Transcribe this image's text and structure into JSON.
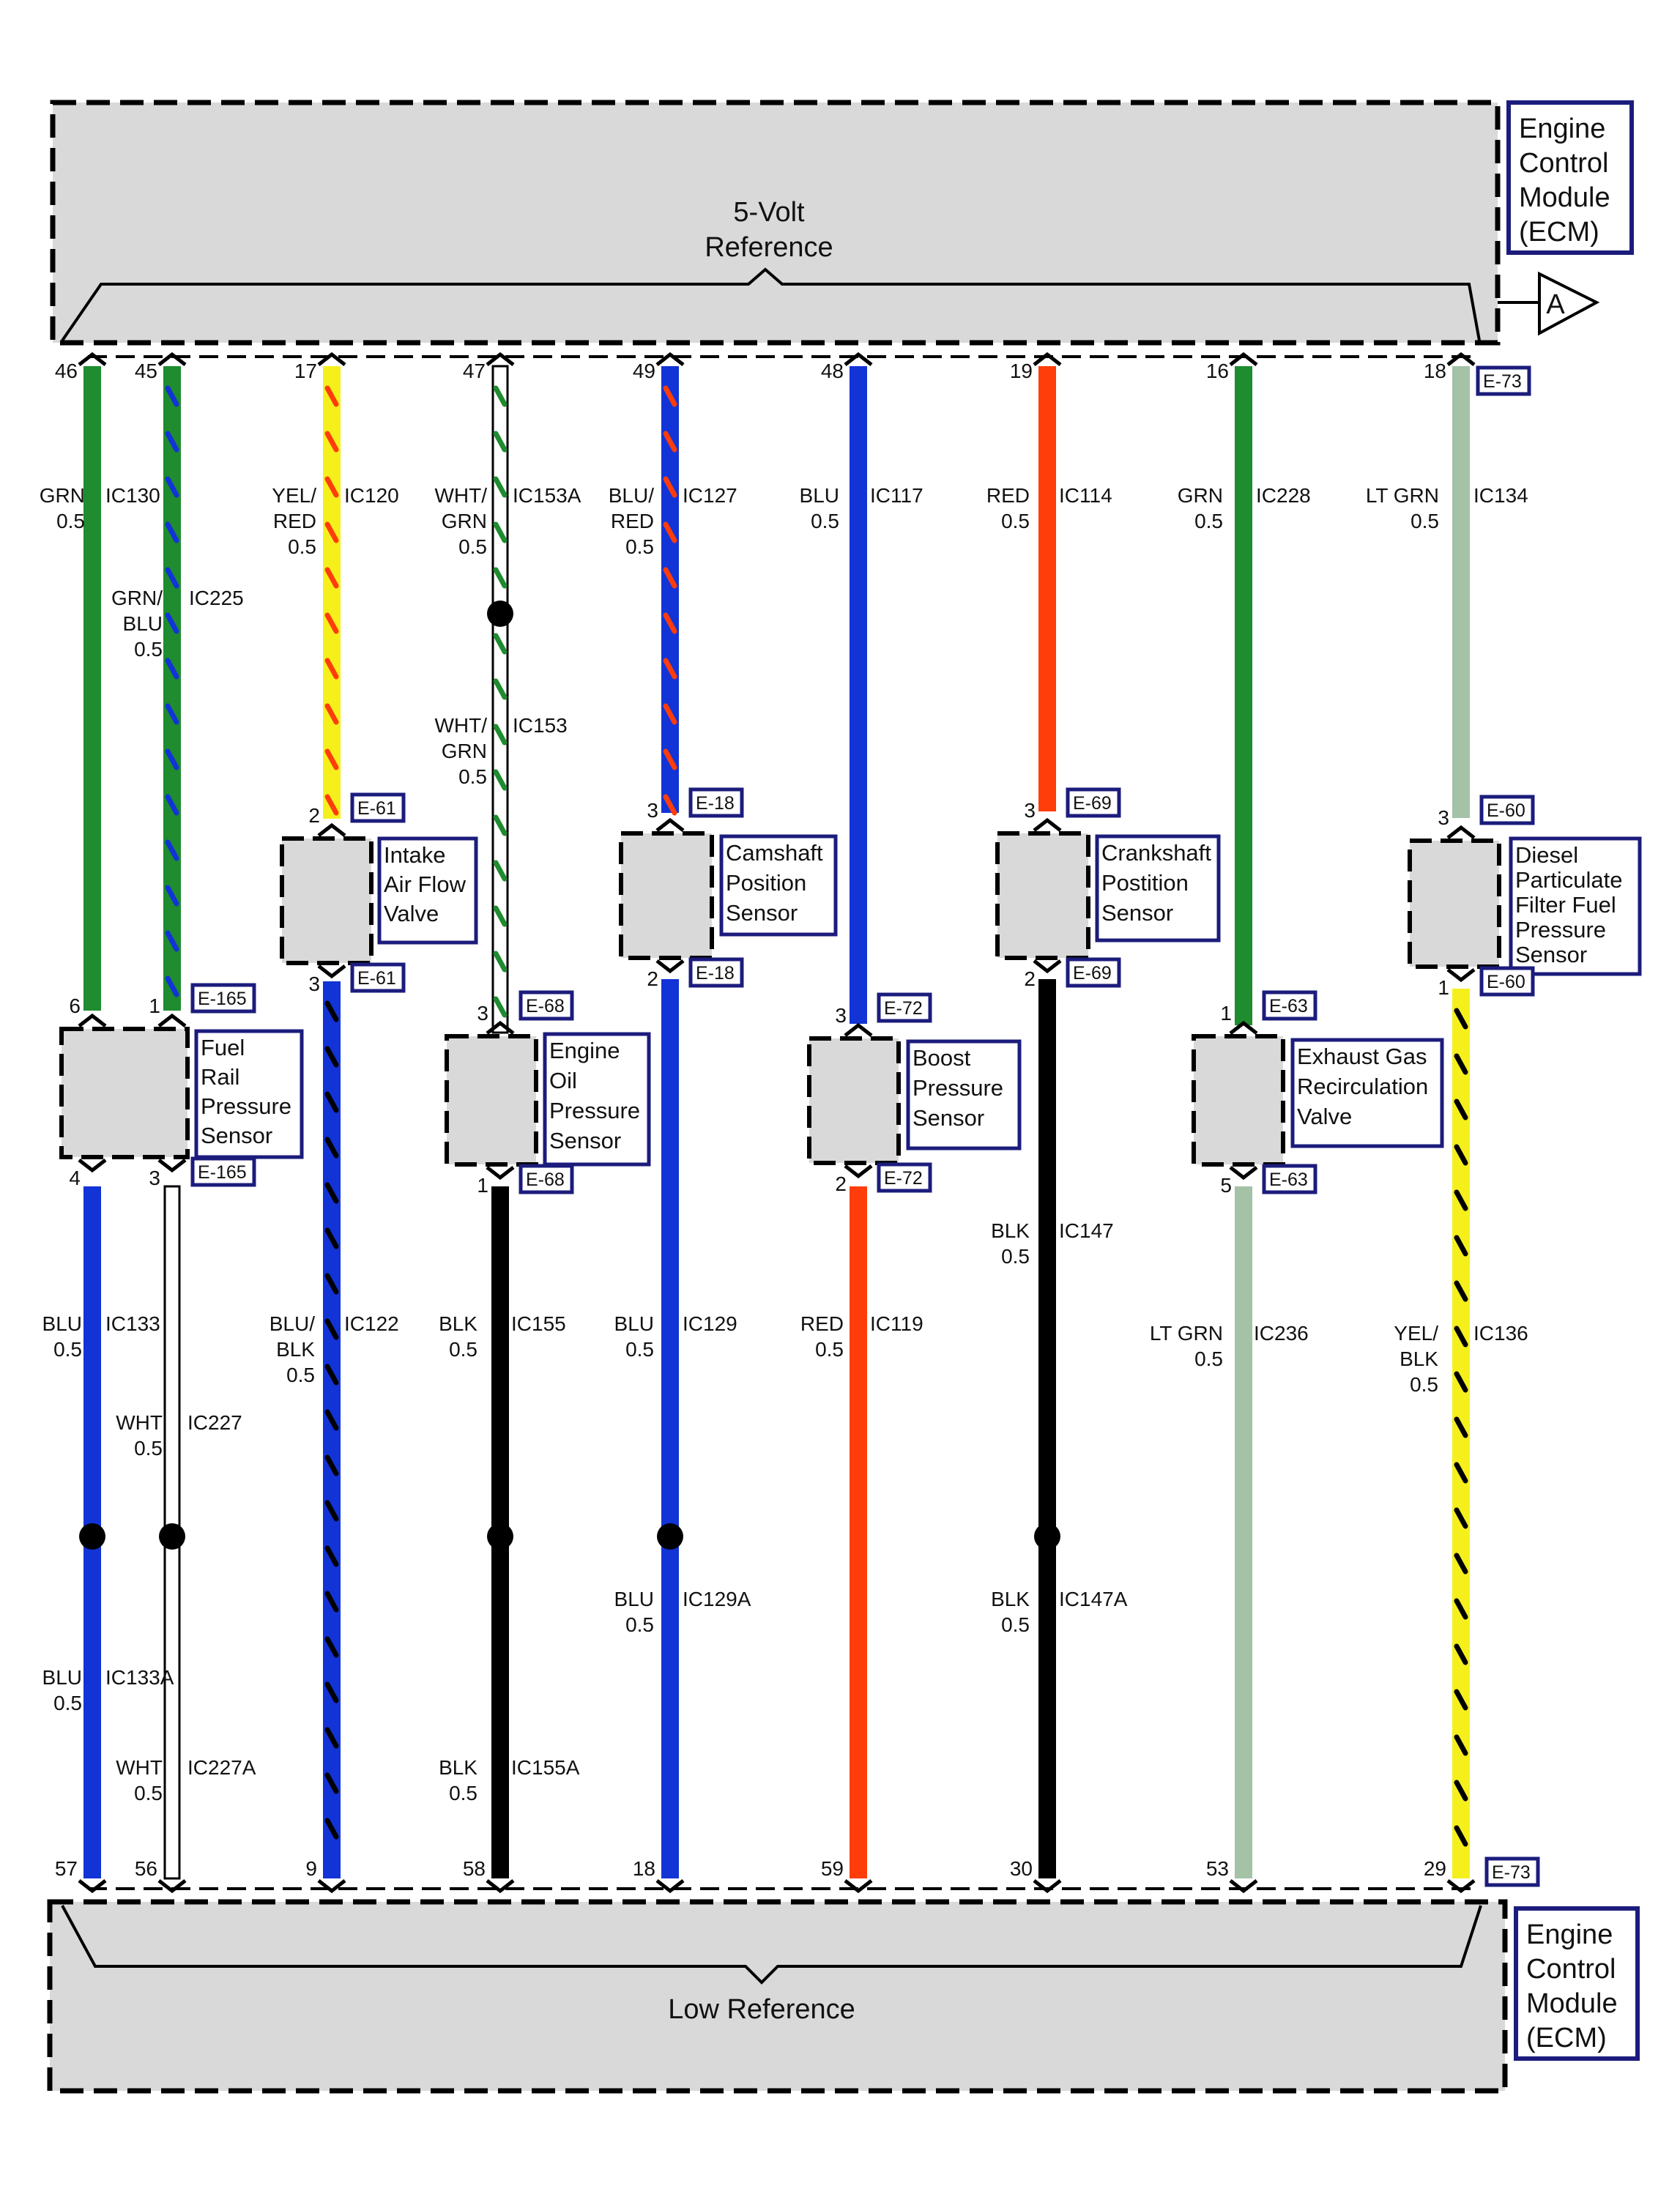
{
  "ecm_top": {
    "name_lines": [
      "Engine",
      "Control",
      "Module",
      "(ECM)"
    ],
    "bus_label_lines": [
      "5-Volt",
      "Reference"
    ],
    "arrow_label": "A"
  },
  "ecm_bottom": {
    "name_lines": [
      "Engine",
      "Control",
      "Module",
      "(ECM)"
    ],
    "bus_label": "Low Reference"
  },
  "colors": {
    "GRN": "#1e8c2f",
    "BLU": "#1233d6",
    "YEL": "#f5f01c",
    "RED": "#ff3d0a",
    "BLK": "#000000",
    "WHT": "#ffffff",
    "LTGRN": "#a3c2a6",
    "module_fill": "#d9d9d9",
    "tag_border": "#1c1c7d"
  },
  "wires": [
    {
      "id": "w46",
      "color": "GRN",
      "stripe": null,
      "pin_top": "46",
      "ckt": "IC130",
      "color_text": [
        "GRN",
        "0.5"
      ]
    },
    {
      "id": "w45",
      "color": "GRN",
      "stripe": "BLU",
      "pin_top": "45",
      "ckt": "IC225",
      "color_text": [
        "GRN/",
        "BLU",
        "0.5"
      ]
    },
    {
      "id": "w17",
      "color": "YEL",
      "stripe": "RED",
      "pin_top": "17",
      "ckt": "IC120",
      "color_text": [
        "YEL/",
        "RED",
        "0.5"
      ]
    },
    {
      "id": "w47a",
      "color": "WHT",
      "stripe": "GRN",
      "pin_top": "47",
      "ckt": "IC153A",
      "color_text": [
        "WHT/",
        "GRN",
        "0.5"
      ]
    },
    {
      "id": "w47b",
      "color": "WHT",
      "stripe": "GRN",
      "ckt": "IC153",
      "color_text": [
        "WHT/",
        "GRN",
        "0.5"
      ]
    },
    {
      "id": "w49",
      "color": "BLU",
      "stripe": "RED",
      "pin_top": "49",
      "ckt": "IC127",
      "color_text": [
        "BLU/",
        "RED",
        "0.5"
      ]
    },
    {
      "id": "w48",
      "color": "BLU",
      "stripe": null,
      "pin_top": "48",
      "ckt": "IC117",
      "color_text": [
        "BLU",
        "0.5"
      ]
    },
    {
      "id": "w19",
      "color": "RED",
      "stripe": null,
      "pin_top": "19",
      "ckt": "IC114",
      "color_text": [
        "RED",
        "0.5"
      ]
    },
    {
      "id": "w16",
      "color": "GRN",
      "stripe": null,
      "pin_top": "16",
      "ckt": "IC228",
      "color_text": [
        "GRN",
        "0.5"
      ]
    },
    {
      "id": "w18",
      "color": "LTGRN",
      "stripe": null,
      "pin_top": "18",
      "ckt": "IC134",
      "color_text": [
        "LT GRN",
        "0.5"
      ]
    },
    {
      "id": "b133",
      "color": "BLU",
      "stripe": null,
      "ckt": "IC133",
      "color_text": [
        "BLU",
        "0.5"
      ]
    },
    {
      "id": "b133a",
      "color": "BLU",
      "stripe": null,
      "pin_bottom": "57",
      "ckt": "IC133A",
      "color_text": [
        "BLU",
        "0.5"
      ]
    },
    {
      "id": "b227",
      "color": "WHT",
      "stripe": null,
      "ckt": "IC227",
      "color_text": [
        "WHT",
        "0.5"
      ]
    },
    {
      "id": "b227a",
      "color": "WHT",
      "stripe": null,
      "pin_bottom": "56",
      "ckt": "IC227A",
      "color_text": [
        "WHT",
        "0.5"
      ]
    },
    {
      "id": "b122",
      "color": "BLU",
      "stripe": "BLK",
      "pin_bottom": "9",
      "ckt": "IC122",
      "color_text": [
        "BLU/",
        "BLK",
        "0.5"
      ]
    },
    {
      "id": "b155",
      "color": "BLK",
      "stripe": null,
      "ckt": "IC155",
      "color_text": [
        "BLK",
        "0.5"
      ]
    },
    {
      "id": "b155a",
      "color": "BLK",
      "stripe": null,
      "pin_bottom": "58",
      "ckt": "IC155A",
      "color_text": [
        "BLK",
        "0.5"
      ]
    },
    {
      "id": "b129",
      "color": "BLU",
      "stripe": null,
      "ckt": "IC129",
      "color_text": [
        "BLU",
        "0.5"
      ]
    },
    {
      "id": "b129a",
      "color": "BLU",
      "stripe": null,
      "pin_bottom": "18",
      "ckt": "IC129A",
      "color_text": [
        "BLU",
        "0.5"
      ]
    },
    {
      "id": "b119",
      "color": "RED",
      "stripe": null,
      "pin_bottom": "59",
      "ckt": "IC119",
      "color_text": [
        "RED",
        "0.5"
      ]
    },
    {
      "id": "b147",
      "color": "BLK",
      "stripe": null,
      "ckt": "IC147",
      "color_text": [
        "BLK",
        "0.5"
      ]
    },
    {
      "id": "b147a",
      "color": "BLK",
      "stripe": null,
      "pin_bottom": "30",
      "ckt": "IC147A",
      "color_text": [
        "BLK",
        "0.5"
      ]
    },
    {
      "id": "b236",
      "color": "LTGRN",
      "stripe": null,
      "pin_bottom": "53",
      "ckt": "IC236",
      "color_text": [
        "LT GRN",
        "0.5"
      ]
    },
    {
      "id": "b136",
      "color": "YEL",
      "stripe": "BLK",
      "pin_bottom": "29",
      "ckt": "IC136",
      "color_text": [
        "YEL/",
        "BLK",
        "0.5"
      ]
    }
  ],
  "components": [
    {
      "id": "frp",
      "name_lines": [
        "Fuel",
        "Rail",
        "Pressure",
        "Sensor"
      ],
      "top_pins": [
        "6",
        "1"
      ],
      "bottom_pins": [
        "4",
        "3"
      ],
      "top_tag": "E-165",
      "bottom_tag": "E-165"
    },
    {
      "id": "iafv",
      "name_lines": [
        "Intake",
        "Air Flow",
        "Valve"
      ],
      "top_pins": [
        "2"
      ],
      "bottom_pins": [
        "3"
      ],
      "top_tag": "E-61",
      "bottom_tag": "E-61"
    },
    {
      "id": "eop",
      "name_lines": [
        "Engine",
        "Oil",
        "Pressure",
        "Sensor"
      ],
      "top_pins": [
        "3"
      ],
      "bottom_pins": [
        "1"
      ],
      "top_tag": "E-68",
      "bottom_tag": "E-68"
    },
    {
      "id": "cmp",
      "name_lines": [
        "Camshaft",
        "Position",
        "Sensor"
      ],
      "top_pins": [
        "3"
      ],
      "bottom_pins": [
        "2"
      ],
      "top_tag": "E-18",
      "bottom_tag": "E-18"
    },
    {
      "id": "boost",
      "name_lines": [
        "Boost",
        "Pressure",
        "Sensor"
      ],
      "top_pins": [
        "3"
      ],
      "bottom_pins": [
        "2"
      ],
      "top_tag": "E-72",
      "bottom_tag": "E-72"
    },
    {
      "id": "ckp",
      "name_lines": [
        "Crankshaft",
        "Postition",
        "Sensor"
      ],
      "top_pins": [
        "3"
      ],
      "bottom_pins": [
        "2"
      ],
      "top_tag": "E-69",
      "bottom_tag": "E-69"
    },
    {
      "id": "egr",
      "name_lines": [
        "Exhaust Gas",
        "Recirculation",
        "Valve"
      ],
      "top_pins": [
        "1"
      ],
      "bottom_pins": [
        "5"
      ],
      "top_tag": "E-63",
      "bottom_tag": "E-63"
    },
    {
      "id": "dpf",
      "name_lines": [
        "Diesel",
        "Particulate",
        "Filter Fuel",
        "Pressure",
        "Sensor"
      ],
      "top_pins": [
        "3"
      ],
      "bottom_pins": [
        "1"
      ],
      "top_tag": "E-60",
      "bottom_tag": "E-60"
    }
  ],
  "ecm_connector_tags": {
    "top": "E-73",
    "bottom": "E-73"
  }
}
